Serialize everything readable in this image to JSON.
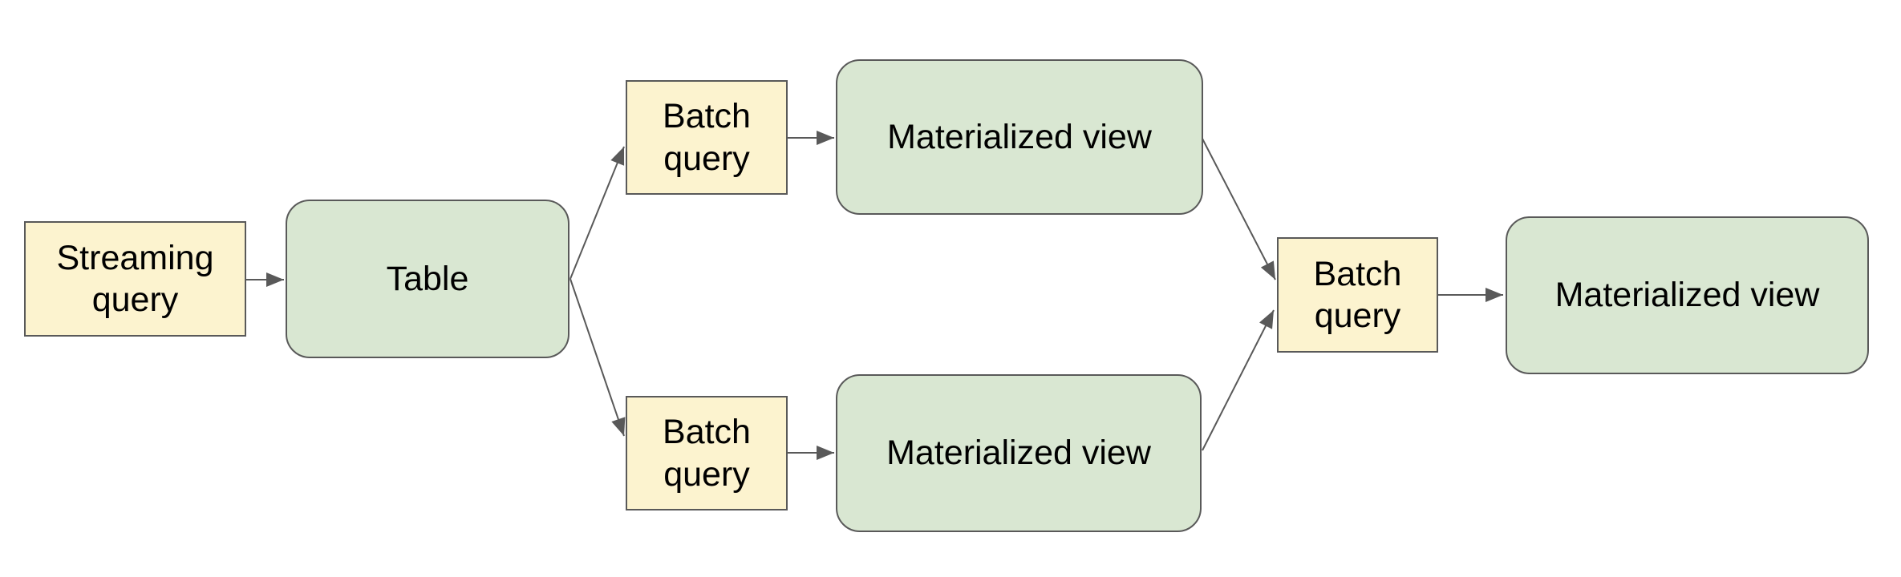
{
  "nodes": {
    "streaming_query": {
      "label": "Streaming query",
      "kind": "query"
    },
    "table": {
      "label": "Table",
      "kind": "dataset"
    },
    "batch_query_top": {
      "label": "Batch query",
      "kind": "query"
    },
    "materialized_view_top": {
      "label": "Materialized view",
      "kind": "dataset"
    },
    "batch_query_bottom": {
      "label": "Batch query",
      "kind": "query"
    },
    "materialized_view_bottom": {
      "label": "Materialized view",
      "kind": "dataset"
    },
    "batch_query_right": {
      "label": "Batch query",
      "kind": "query"
    },
    "materialized_view_final": {
      "label": "Materialized view",
      "kind": "dataset"
    }
  },
  "edges": [
    {
      "from": "streaming_query",
      "to": "table"
    },
    {
      "from": "table",
      "to": "batch_query_top"
    },
    {
      "from": "table",
      "to": "batch_query_bottom"
    },
    {
      "from": "batch_query_top",
      "to": "materialized_view_top"
    },
    {
      "from": "batch_query_bottom",
      "to": "materialized_view_bottom"
    },
    {
      "from": "materialized_view_top",
      "to": "batch_query_right"
    },
    {
      "from": "materialized_view_bottom",
      "to": "batch_query_right"
    },
    {
      "from": "batch_query_right",
      "to": "materialized_view_final"
    }
  ],
  "colors": {
    "query_fill": "#fcf3cf",
    "dataset_fill": "#d9e7d2",
    "stroke": "#595959",
    "text": "#000000",
    "background": "#ffffff"
  }
}
